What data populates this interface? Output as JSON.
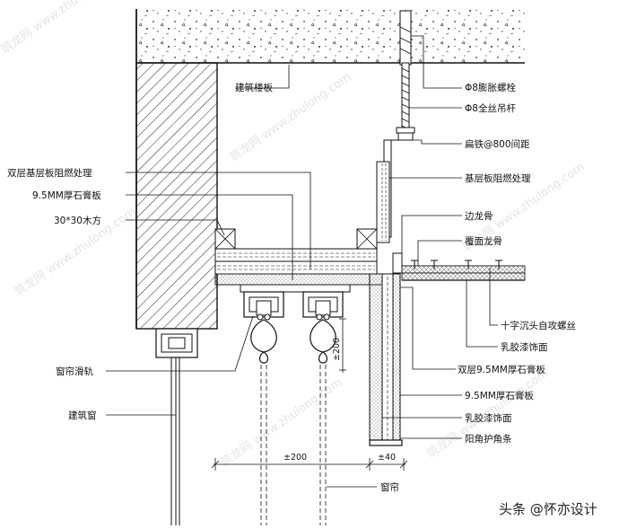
{
  "labels": {
    "floor_slab": "建筑楼板",
    "expansion_bolt": "Φ8膨胀螺栓",
    "threaded_rod": "Φ8全丝吊杆",
    "flat_iron": "扁铁@800间距",
    "base_fireproof_right": "基层板阻燃处理",
    "double_base_fireproof": "双层基层板阻燃处理",
    "gypsum_95_left": "9.5MM厚石膏板",
    "wood_3030": "30*30木方",
    "edge_keel": "边龙骨",
    "cover_keel": "覆面龙骨",
    "cross_screw": "十字沉头自攻螺丝",
    "latex_paint_1": "乳胶漆饰面",
    "double_gypsum": "双层9.5MM厚石膏板",
    "gypsum_95_right": "9.5MM厚石膏板",
    "latex_paint_2": "乳胶漆饰面",
    "corner_guard": "阳角护角条",
    "curtain_rail": "窗帘滑轨",
    "building_window": "建筑窗",
    "curtain": "窗帘"
  },
  "dimensions": {
    "vertical": "±200",
    "horizontal_main": "±200",
    "horizontal_small": "±40"
  },
  "credit": "头条 @怀亦设计",
  "watermark_text": "筑龙网 www.zhulong.com"
}
